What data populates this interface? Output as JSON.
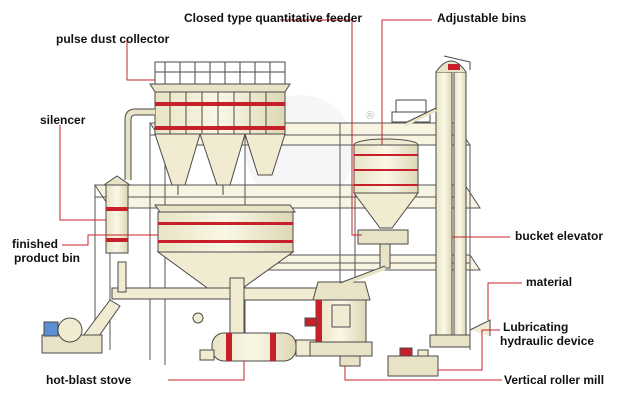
{
  "diagram": {
    "labels": {
      "closed_feeder": "Closed type quantitative feeder",
      "adjustable_bins": "Adjustable bins",
      "pulse_dust_collector": "pulse dust collector",
      "silencer": "silencer",
      "finished_bin_line1": "finished",
      "finished_bin_line2": "product bin",
      "bucket_elevator": "bucket elevator",
      "material": "material",
      "lubricating_line1": "Lubricating",
      "lubricating_line2": "hydraulic device",
      "hot_blast_stove": "hot-blast stove",
      "vertical_roller_mill": "Vertical roller mill"
    },
    "trademark": "®",
    "colors": {
      "machine_fill": "#f3efd6",
      "machine_stroke": "#4a4a4a",
      "red_band": "#c8202a",
      "leader_line": "#c8202a",
      "motor_blue": "#5a8fd1"
    }
  }
}
